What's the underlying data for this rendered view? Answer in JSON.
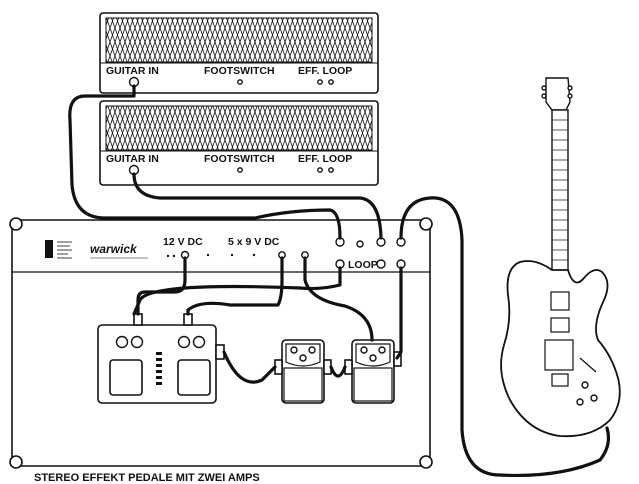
{
  "amp_top": {
    "guitar_in": "GUITAR IN",
    "footswitch": "FOOTSWITCH",
    "eff_loop": "EFF. LOOP"
  },
  "amp_bottom": {
    "guitar_in": "GUITAR IN",
    "footswitch": "FOOTSWITCH",
    "eff_loop": "EFF. LOOP"
  },
  "board": {
    "brand": "warwick",
    "power_12v": "12 V DC",
    "power_9v": "5 x 9 V DC",
    "loop": "LOOP"
  },
  "caption": "STEREO EFFEKT PEDALE MIT ZWEI AMPS"
}
